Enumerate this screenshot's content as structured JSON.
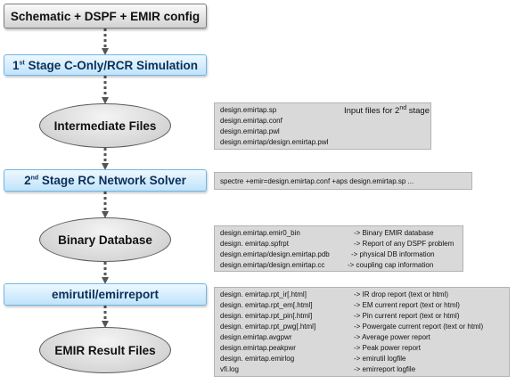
{
  "nodes": {
    "schematic": "Schematic + DSPF + EMIR config",
    "stage1": {
      "pre": "1",
      "sup": "st",
      "post": " Stage C-Only/RCR Simulation"
    },
    "intermediate": "Intermediate Files",
    "stage2": {
      "pre": "2",
      "sup": "nd",
      "post": " Stage RC Network Solver"
    },
    "binary": "Binary Database",
    "emirutil": "emirutil/emirreport",
    "results": "EMIR Result Files"
  },
  "intermediate_panel": {
    "files": [
      "design.emirtap.sp",
      "design.emirtap.conf",
      "design.emirtap.pwl",
      "design.emirtap/design.emirtap.pwl"
    ],
    "note": {
      "pre": "Input files for 2",
      "sup": "nd",
      "post": " stage"
    }
  },
  "command_panel": {
    "text": "spectre +emir=design.emirtap.conf +aps design.emirtap.sp ..."
  },
  "binary_panel": {
    "rows": [
      {
        "file": "design.emirtap.emir0_bin",
        "desc": "-> Binary EMIR database"
      },
      {
        "file": "design. emirtap.spfrpt",
        "desc": "-> Report of any DSPF problem"
      },
      {
        "file": "design.emirtap/design.emirtap.pdb",
        "desc": "-> physical DB information"
      },
      {
        "file": "design.emirtap/design.emirtap.cc",
        "desc": "-> coupling cap information"
      }
    ]
  },
  "results_panel": {
    "rows": [
      {
        "file": "design. emirtap.rpt_ir[.html]",
        "desc": "-> IR drop report (text or html)"
      },
      {
        "file": "design. emirtap.rpt_em[.html]",
        "desc": "-> EM current report (text or html)"
      },
      {
        "file": "design. emirtap.rpt_pin[.html]",
        "desc": "-> Pin current report (text or html)"
      },
      {
        "file": "design. emirtap.rpt_pwg[.html]",
        "desc": "-> Powergate current report (text or html)"
      },
      {
        "file": "design.emirtap.avgpwr",
        "desc": "-> Average power report"
      },
      {
        "file": "design.emirtap.peakpwr",
        "desc": "-> Peak power report"
      },
      {
        "file": "design. emirtap.emirlog",
        "desc": "-> emirutil logfile"
      },
      {
        "file": "vfi.log",
        "desc": "-> emirreport logfile"
      }
    ]
  }
}
